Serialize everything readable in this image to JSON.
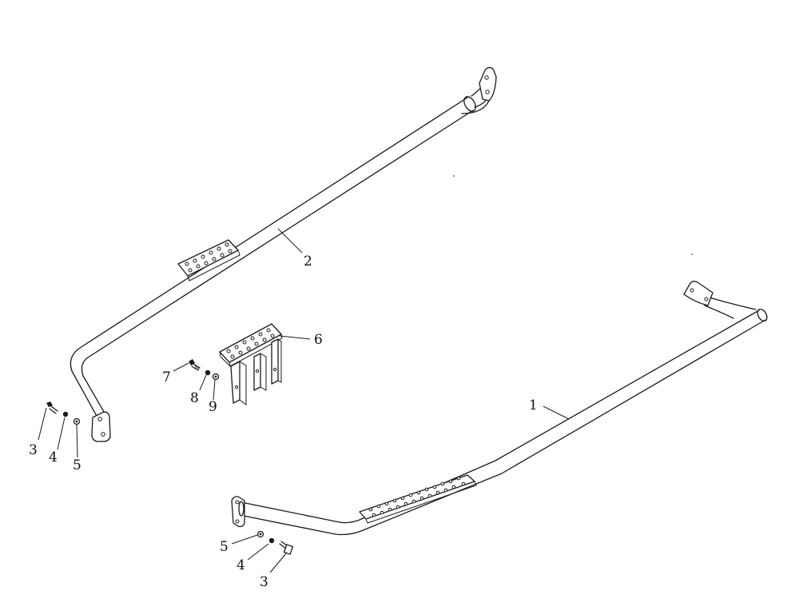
{
  "labels": {
    "part1": "1",
    "part2": "2",
    "part3_left": "3",
    "part4_left": "4",
    "part5_left": "5",
    "part6": "6",
    "part7": "7",
    "part8": "8",
    "part9": "9",
    "part5_bottom": "5",
    "part4_bottom": "4",
    "part3_bottom": "3"
  }
}
